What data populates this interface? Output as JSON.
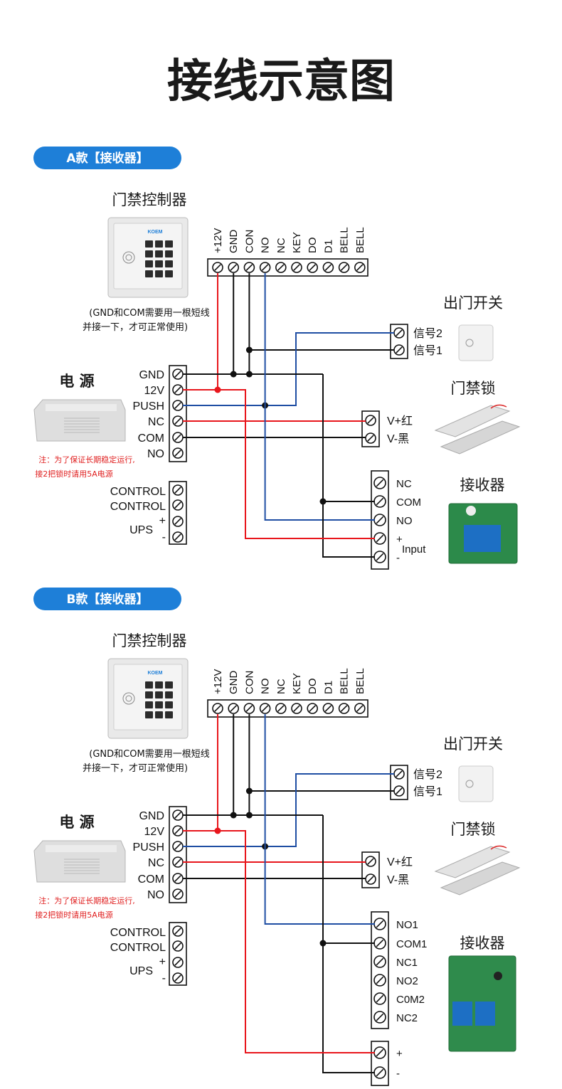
{
  "title": "接线示意图",
  "colors": {
    "red_wire": "#e8161c",
    "blue_wire": "#1f4ea3",
    "black_wire": "#111111",
    "pill": "#1e7fd8"
  },
  "sections": [
    {
      "pill": "A款【接收器】",
      "controller_title": "门禁控制器",
      "controller_note": [
        "(GND和COM需要用一根短线",
        "并接一下，才可正常使用)"
      ],
      "controller_brand": "KOEM",
      "terminals": [
        "+12V",
        "GND",
        "CON",
        "NO",
        "NC",
        "KEY",
        "DO",
        "D1",
        "BELL",
        "BELL"
      ],
      "exit_title": "出门开关",
      "exit_terminals": [
        "信号2",
        "信号1"
      ],
      "psu_title": "电 源",
      "psu_terminals": [
        "GND",
        "12V",
        "PUSH",
        "NC",
        "COM",
        "NO"
      ],
      "psu_note": [
        "注：为了保证长期稳定运行,",
        "接2把锁时请用5A电源"
      ],
      "control_labels": [
        "CONTROL",
        "CONTROL"
      ],
      "ups_label": "UPS",
      "ups_signs": [
        "+",
        "-"
      ],
      "lock_title": "门禁锁",
      "lock_terminals": [
        "V+红",
        "V-黑"
      ],
      "receiver_title": "接收器",
      "receiver_terminals": [
        "NC",
        "COM",
        "NO",
        "+",
        "-"
      ],
      "receiver_input": "Input"
    },
    {
      "pill": "B款【接收器】",
      "controller_title": "门禁控制器",
      "controller_note": [
        "(GND和COM需要用一根短线",
        "并接一下，才可正常使用)"
      ],
      "controller_brand": "KOEM",
      "terminals": [
        "+12V",
        "GND",
        "CON",
        "NO",
        "NC",
        "KEY",
        "DO",
        "D1",
        "BELL",
        "BELL"
      ],
      "exit_title": "出门开关",
      "exit_terminals": [
        "信号2",
        "信号1"
      ],
      "psu_title": "电 源",
      "psu_terminals": [
        "GND",
        "12V",
        "PUSH",
        "NC",
        "COM",
        "NO"
      ],
      "psu_note": [
        "注：为了保证长期稳定运行,",
        "接2把锁时请用5A电源"
      ],
      "control_labels": [
        "CONTROL",
        "CONTROL"
      ],
      "ups_label": "UPS",
      "ups_signs": [
        "+",
        "-"
      ],
      "lock_title": "门禁锁",
      "lock_terminals": [
        "V+红",
        "V-黑"
      ],
      "receiver_title": "接收器",
      "receiver_terminals": [
        "NO1",
        "COM1",
        "NC1",
        "NO2",
        "C0M2",
        "NC2"
      ],
      "power_terminals": [
        "+",
        "-"
      ]
    }
  ]
}
